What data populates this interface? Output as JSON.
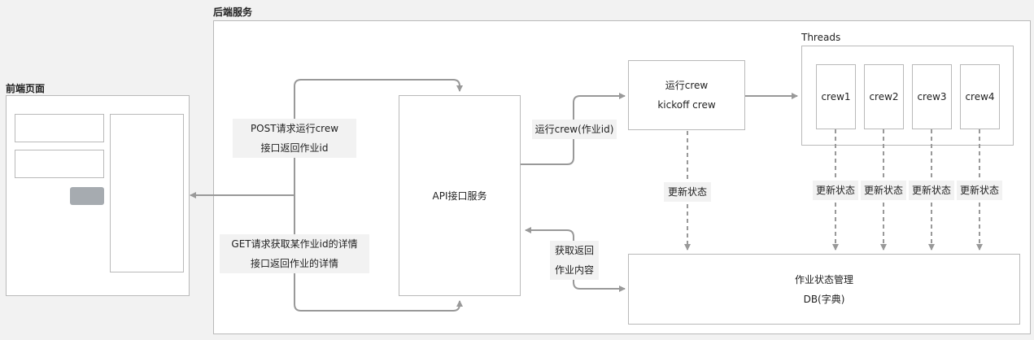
{
  "backend": {
    "title": "后端服务"
  },
  "frontend": {
    "title": "前端页面"
  },
  "threads": {
    "title": "Threads",
    "crews": [
      "crew1",
      "crew2",
      "crew3",
      "crew4"
    ]
  },
  "api": {
    "label": "API接口服务"
  },
  "run_box": {
    "line1": "运行crew",
    "line2": "kickoff crew"
  },
  "db_box": {
    "line1": "作业状态管理",
    "line2": "DB(字典)"
  },
  "edges": {
    "post_line1": "POST请求运行crew",
    "post_line2": "接口返回作业id",
    "get_line1": "GET请求获取某作业id的详情",
    "get_line2": "接口返回作业的详情",
    "run_label": "运行crew(作业id)",
    "fetch_line1": "获取返回",
    "fetch_line2": "作业内容",
    "update_status": "更新状态"
  },
  "colors": {
    "background": "#f2f2f2",
    "box_border": "#b9b9b9",
    "arrow": "#999999",
    "button": "#a6abb0"
  }
}
